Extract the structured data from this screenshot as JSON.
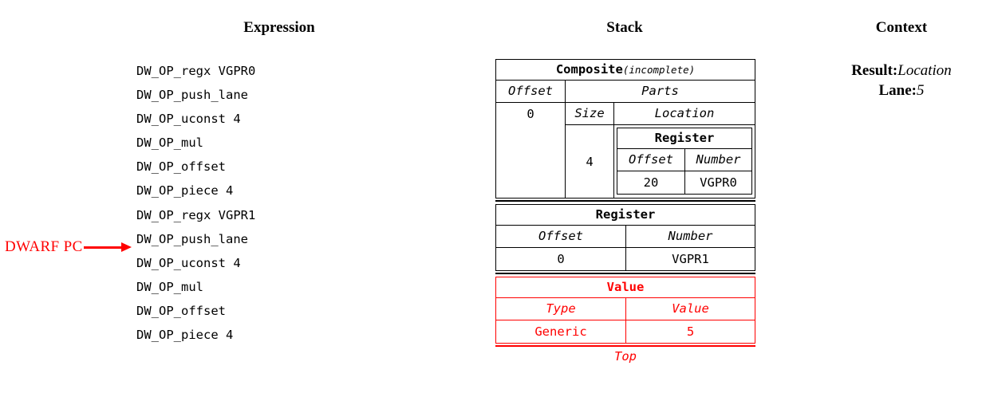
{
  "headings": {
    "expression": "Expression",
    "stack": "Stack",
    "context": "Context"
  },
  "colors": {
    "pc_marker": "#ff0000",
    "top_entry": "#ff0000",
    "default": "#000000"
  },
  "expression": {
    "lines": [
      "DW_OP_regx VGPR0",
      "DW_OP_push_lane",
      "DW_OP_uconst 4",
      "DW_OP_mul",
      "DW_OP_offset",
      "DW_OP_piece 4",
      "DW_OP_regx VGPR1",
      "DW_OP_push_lane",
      "DW_OP_uconst 4",
      "DW_OP_mul",
      "DW_OP_offset",
      "DW_OP_piece 4"
    ],
    "pc_marker": {
      "label": "DWARF PC",
      "points_at_line_index": 8,
      "points_at_line": "DW_OP_uconst 4"
    }
  },
  "stack": {
    "entries": [
      {
        "kind": "composite",
        "title": "Composite",
        "title_note": "(incomplete)",
        "offset_header": "Offset",
        "offset_value": "0",
        "parts_header": "Parts",
        "size_header": "Size",
        "size_value": "4",
        "location_header": "Location",
        "nested": {
          "title": "Register",
          "col1_header": "Offset",
          "col2_header": "Number",
          "col1_value": "20",
          "col2_value": "VGPR0"
        }
      },
      {
        "kind": "register",
        "title": "Register",
        "col1_header": "Offset",
        "col2_header": "Number",
        "col1_value": "0",
        "col2_value": "VGPR1"
      },
      {
        "kind": "value",
        "title": "Value",
        "col1_header": "Type",
        "col2_header": "Value",
        "col1_value": "Generic",
        "col2_value": "5"
      }
    ],
    "top_label": "Top"
  },
  "context": {
    "lines": [
      {
        "key": "Result:",
        "value": "Location"
      },
      {
        "key": "Lane:",
        "value": "5"
      }
    ]
  }
}
